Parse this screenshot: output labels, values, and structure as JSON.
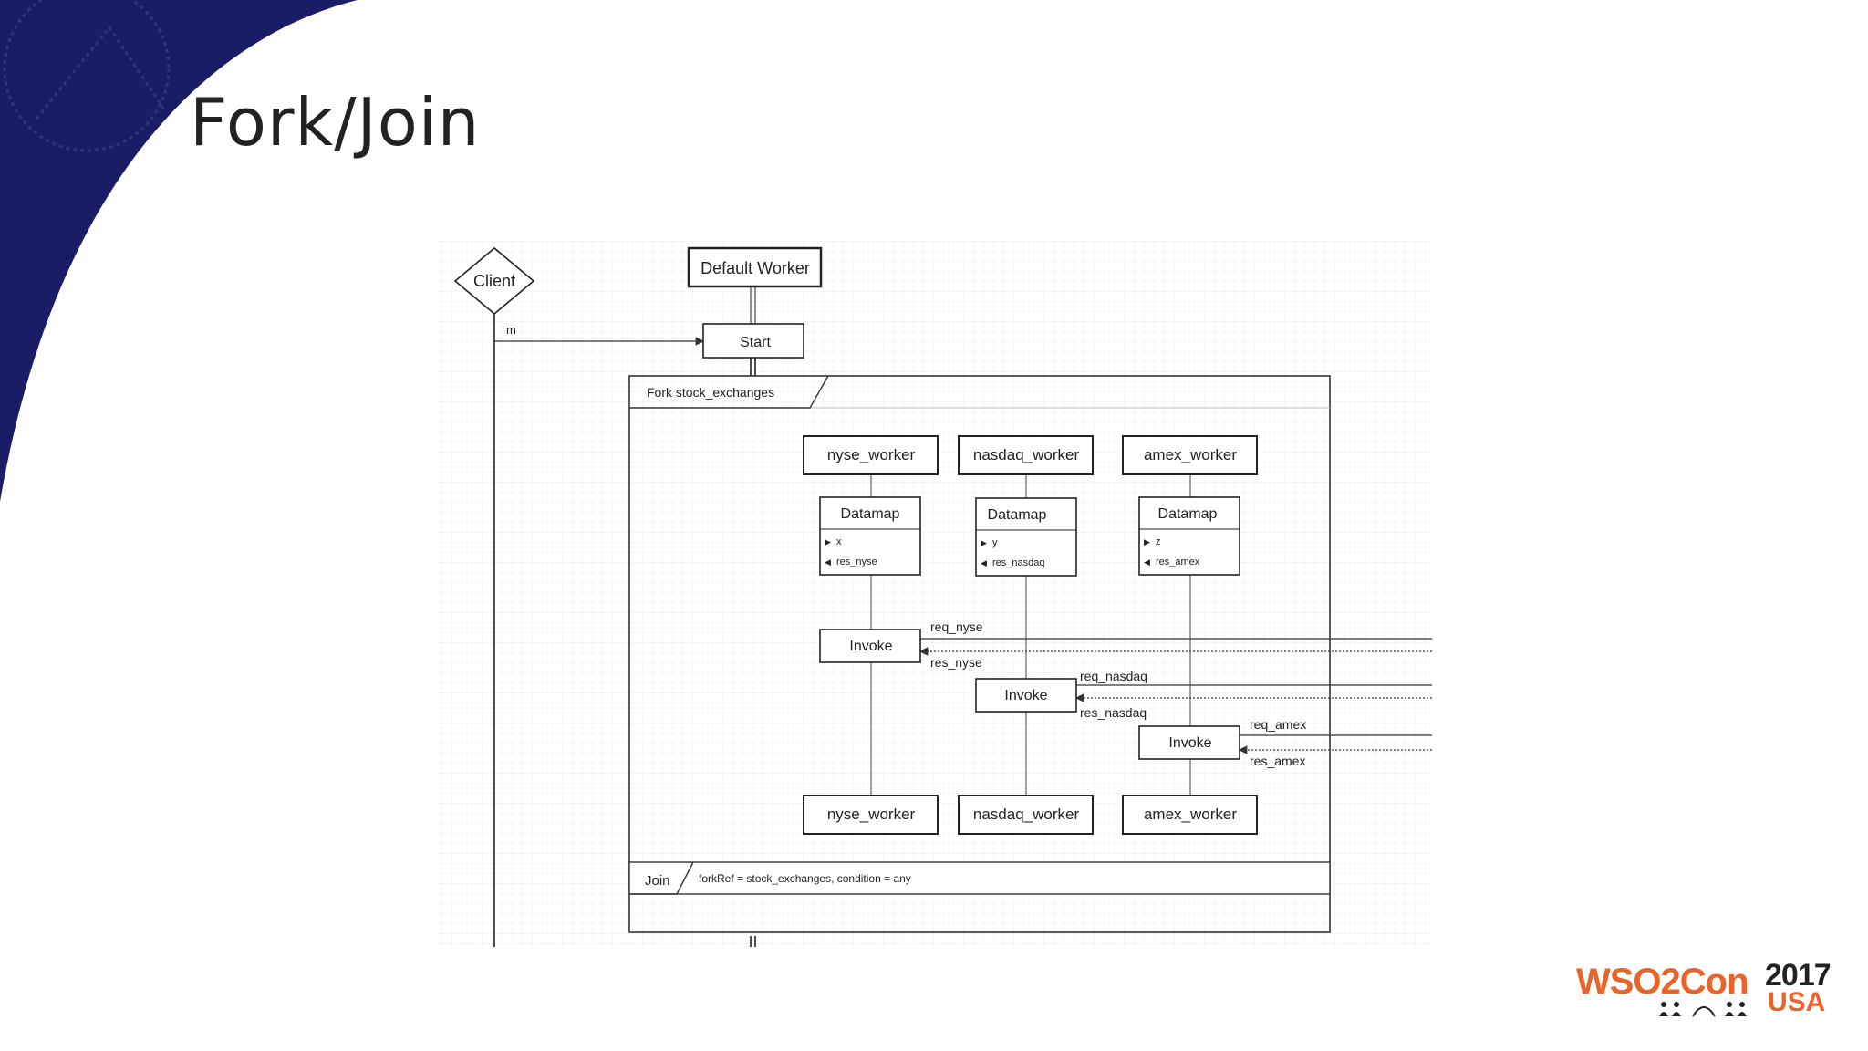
{
  "slide": {
    "title": "Fork/Join"
  },
  "diagram": {
    "client": "Client",
    "default_worker": "Default Worker",
    "start": "Start",
    "message": "m",
    "fork_label": "Fork stock_exchanges",
    "workers": [
      {
        "name": "nyse_worker",
        "datamap": {
          "title": "Datamap",
          "input": "x",
          "output": "res_nyse"
        },
        "invoke": "Invoke",
        "request": "req_nyse",
        "response": "res_nyse"
      },
      {
        "name": "nasdaq_worker",
        "datamap": {
          "title": "Datamap",
          "input": "y",
          "output": "res_nasdaq"
        },
        "invoke": "Invoke",
        "request": "req_nasdaq",
        "response": "res_nasdaq"
      },
      {
        "name": "amex_worker",
        "datamap": {
          "title": "Datamap",
          "input": "z",
          "output": "res_amex"
        },
        "invoke": "Invoke",
        "request": "req_amex",
        "response": "res_amex"
      }
    ],
    "join_label": "Join",
    "join_condition": "forkRef = stock_exchanges, condition = any"
  },
  "branding": {
    "name": "WSO2Con",
    "year": "2017",
    "location": "USA"
  },
  "colors": {
    "navy": "#1b1c66",
    "accent": "#e8642a",
    "text": "#222222",
    "grid": "#e9e9f2"
  }
}
